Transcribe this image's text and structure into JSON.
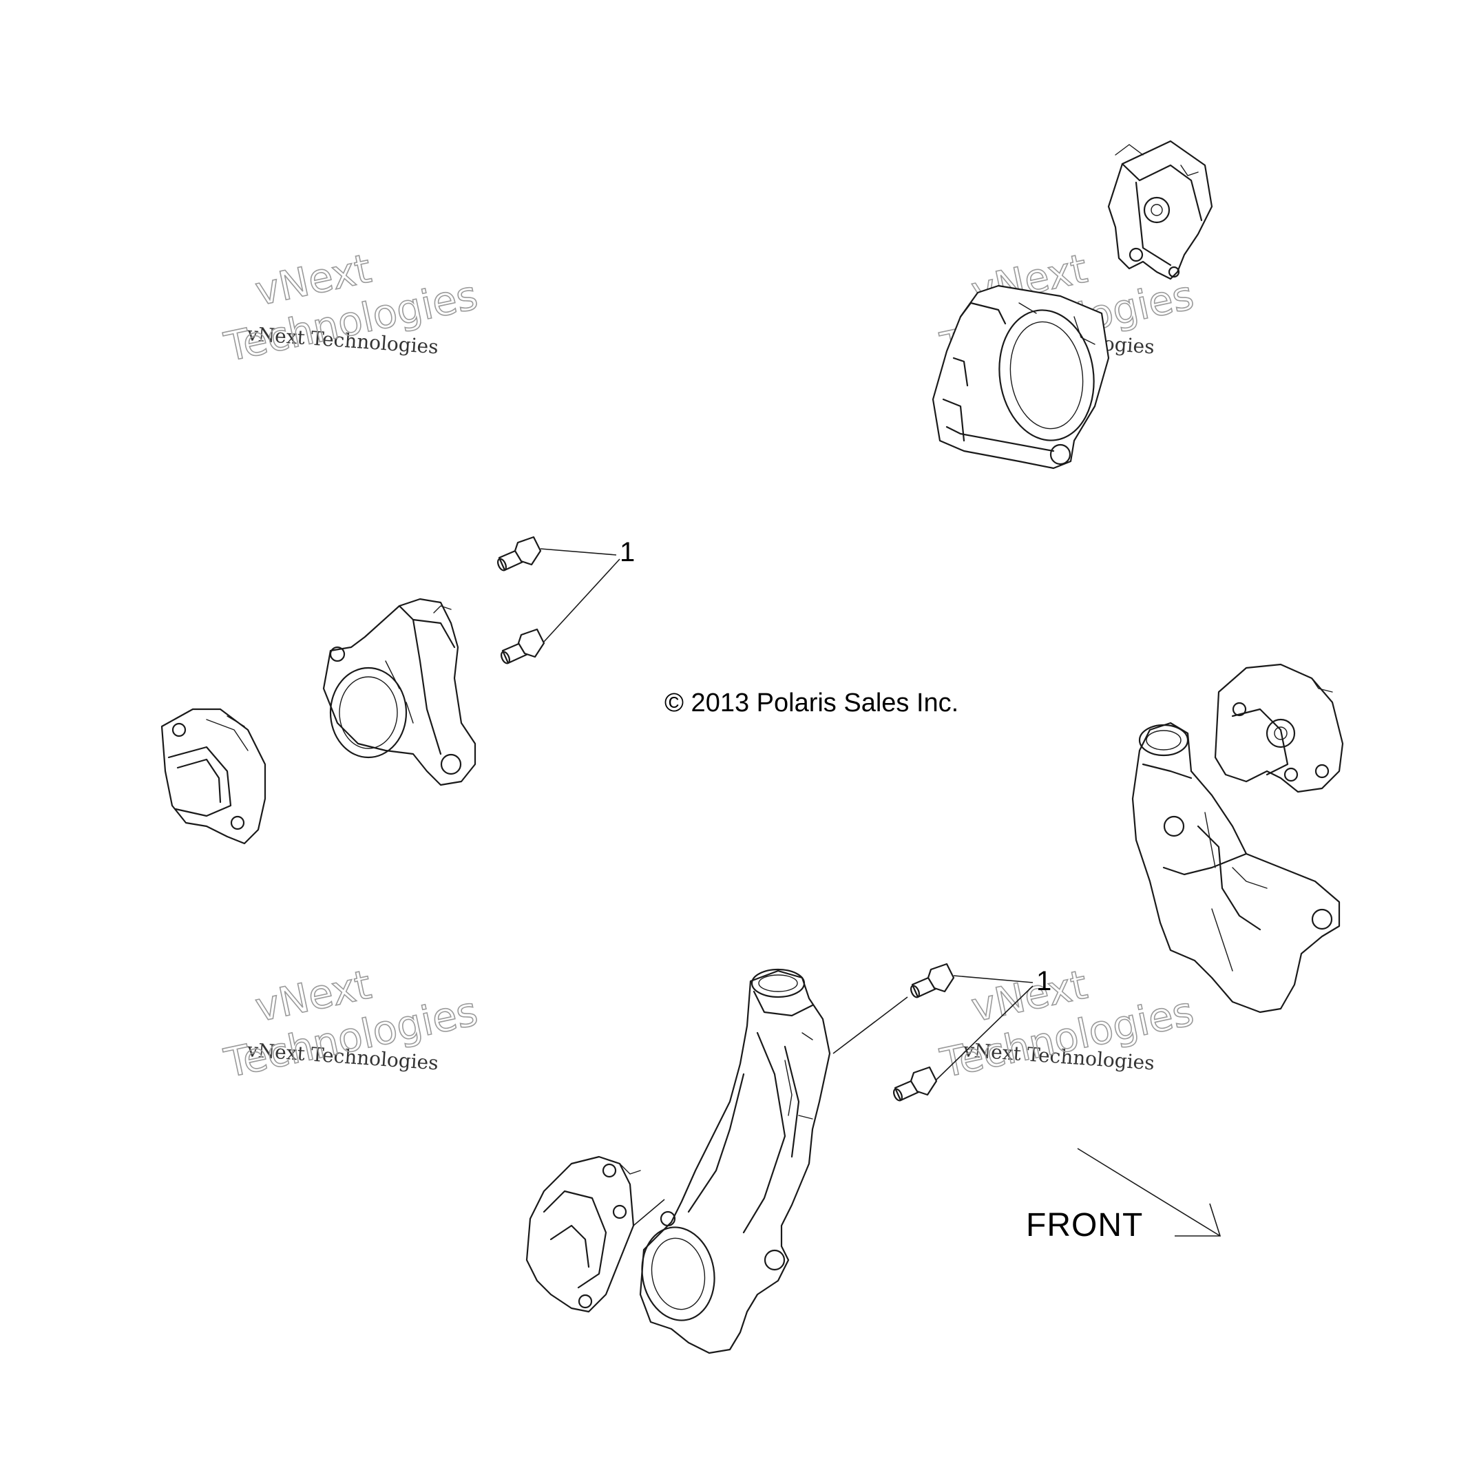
{
  "callouts": {
    "upper": "1",
    "lower": "1"
  },
  "copyright": "© 2013 Polaris Sales Inc.",
  "front_label": "FRONT",
  "watermark": {
    "line1": "vNext Technologies",
    "big_line1": "vNext",
    "big_line2": "Technologies"
  },
  "colors": {
    "line": "#1a1a1a",
    "watermark": "#9a9a9a"
  }
}
